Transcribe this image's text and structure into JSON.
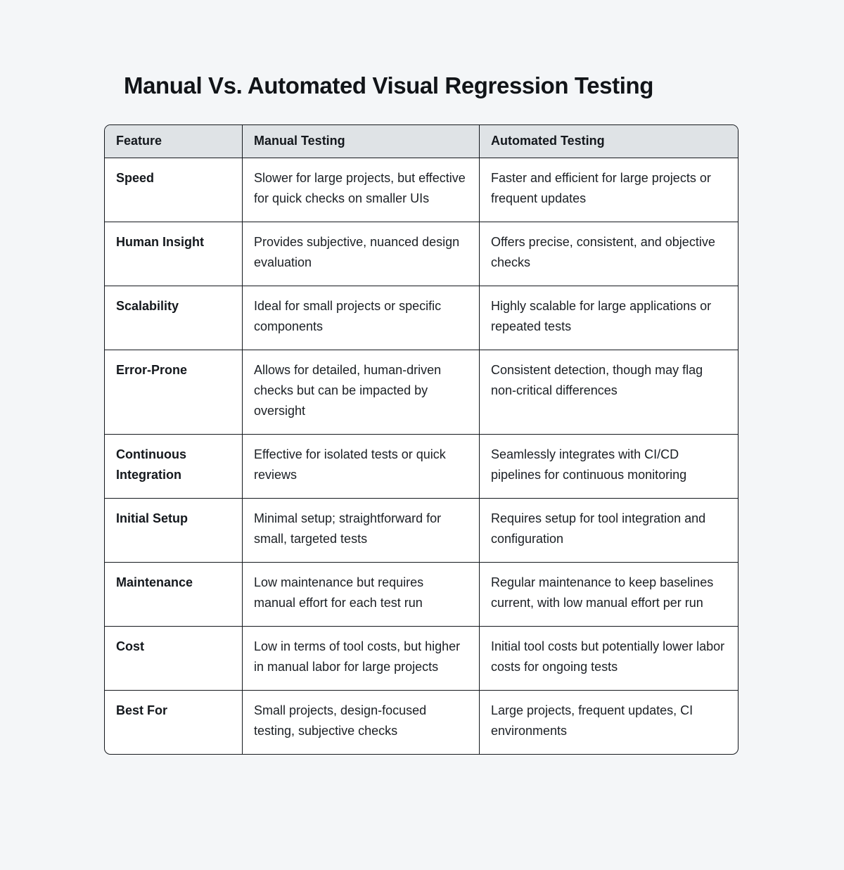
{
  "page": {
    "background_color": "#f4f6f8",
    "title": "Manual Vs. Automated Visual Regression Testing"
  },
  "table": {
    "name": "manual-vs-automated-visual-regression-testing-table",
    "header_background_color": "#dfe3e6",
    "border_color": "#14181d",
    "columns": [
      {
        "key": "feature",
        "label": "Feature"
      },
      {
        "key": "manual",
        "label": "Manual Testing"
      },
      {
        "key": "automated",
        "label": "Automated Testing"
      }
    ],
    "rows": [
      {
        "feature": "Speed",
        "manual": "Slower for large projects, but effective for quick checks on smaller UIs",
        "automated": "Faster and efficient for large projects or frequent updates"
      },
      {
        "feature": "Human Insight",
        "manual": "Provides subjective, nuanced design evaluation",
        "automated": "Offers precise, consistent, and objective checks"
      },
      {
        "feature": "Scalability",
        "manual": "Ideal for small projects or specific components",
        "automated": "Highly scalable for large applications or repeated tests"
      },
      {
        "feature": "Error-Prone",
        "manual": "Allows for detailed, human-driven checks but can be impacted by oversight",
        "automated": "Consistent detection, though may flag non-critical differences"
      },
      {
        "feature": "Continuous Integration",
        "manual": "Effective for isolated tests or quick reviews",
        "automated": "Seamlessly integrates with CI/CD pipelines for continuous monitoring"
      },
      {
        "feature": "Initial Setup",
        "manual": "Minimal setup; straightforward for small, targeted tests",
        "automated": "Requires setup for tool integration and configuration"
      },
      {
        "feature": "Maintenance",
        "manual": "Low maintenance but requires manual effort for each test run",
        "automated": "Regular maintenance to keep baselines current, with low manual effort per run"
      },
      {
        "feature": "Cost",
        "manual": "Low in terms of tool costs, but higher in manual labor for large projects",
        "automated": "Initial tool costs but potentially lower labor costs for ongoing tests"
      },
      {
        "feature": "Best For",
        "manual": "Small projects, design-focused testing, subjective checks",
        "automated": "Large projects, frequent updates, CI environments"
      }
    ]
  }
}
